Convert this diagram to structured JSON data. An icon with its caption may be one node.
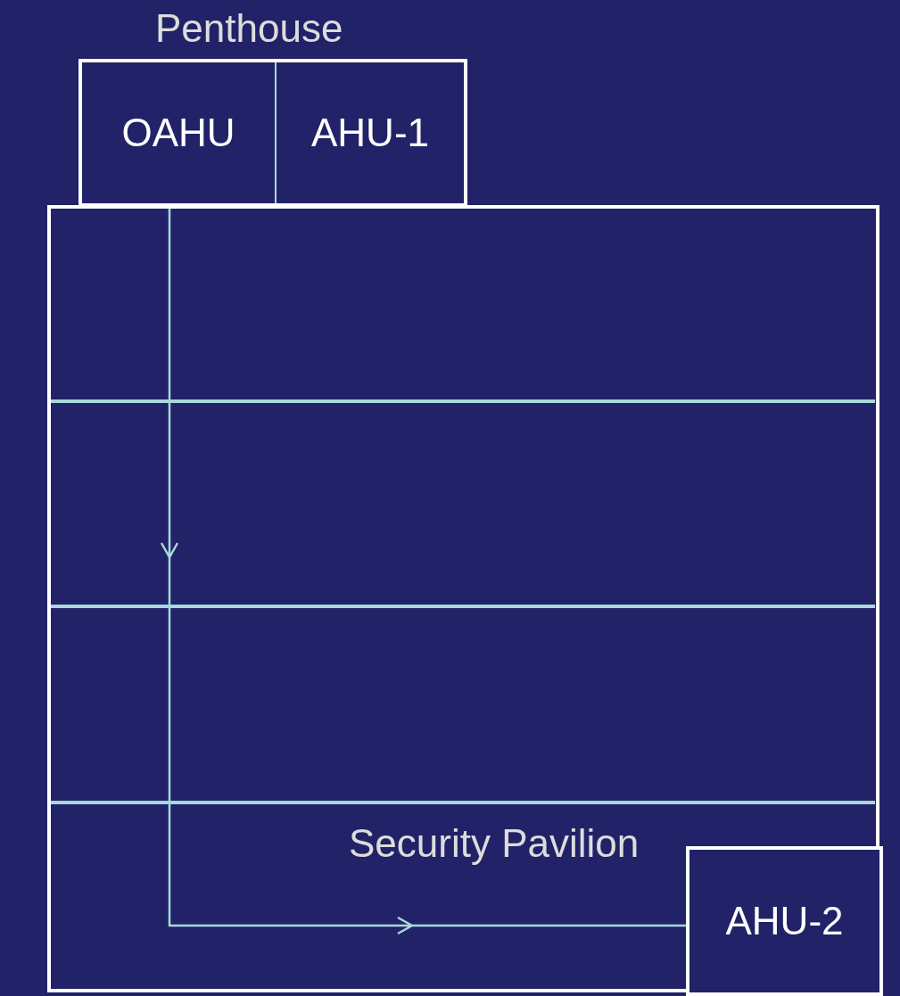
{
  "diagram": {
    "nodes": [
      {
        "text": [
          "Penthouse"
        ]
      },
      {
        "text": [
          "OAHU"
        ],
        "in": 0
      },
      {
        "text": [
          "AHU-1"
        ],
        "in": 0
      },
      {
        "text": [],
        "shape": "box"
      },
      {
        "text": [
          "Security Pavilion",
          "AHU-2"
        ],
        "in": 3
      }
    ],
    "edges": [
      {
        "from": 1,
        "to": 4,
        "arrow": "to"
      }
    ]
  }
}
